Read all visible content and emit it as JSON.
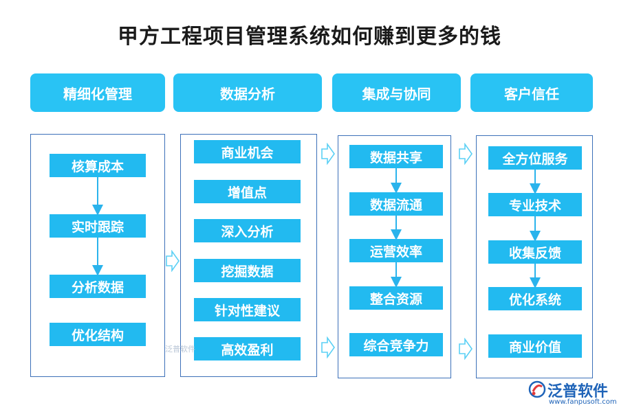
{
  "title": "甲方工程项目管理系统如何赚到更多的钱",
  "columns": [
    {
      "header": "精细化管理",
      "items": [
        "核算成本",
        "实时跟踪",
        "分析数据",
        "优化结构"
      ]
    },
    {
      "header": "数据分析",
      "items": [
        "商业机会",
        "增值点",
        "深入分析",
        "挖掘数据",
        "针对性建议",
        "高效盈利"
      ]
    },
    {
      "header": "集成与协同",
      "items": [
        "数据共享",
        "数据流通",
        "运营效率",
        "整合资源",
        "综合竞争力"
      ]
    },
    {
      "header": "客户信任",
      "items": [
        "全方位服务",
        "专业技术",
        "收集反馈",
        "优化系统",
        "商业价值"
      ]
    }
  ],
  "watermark": "泛普软件",
  "logo": {
    "name": "泛普软件",
    "url": "www.fanpusoft.com"
  },
  "colors": {
    "header": "#29c3f4",
    "box": "#22baf0",
    "panel_border": "#3b6fb8",
    "arrow": "#2ab3ec"
  }
}
